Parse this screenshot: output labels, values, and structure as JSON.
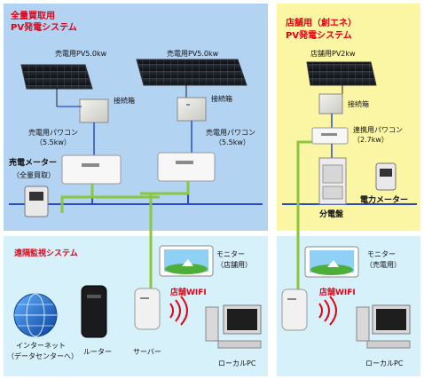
{
  "left_system": {
    "title_line1": "全量買取用",
    "title_line2": "PV発電システム",
    "panel1_label": "売電用PV5.0kw",
    "panel2_label": "売電用PV5.0kw",
    "junction_label": "接続箱",
    "junction2_label": "接続箱",
    "pcs1_label_line1": "売電用パワコン",
    "pcs1_label_line2": "（5.5kw）",
    "pcs2_label_line1": "売電用パワコン",
    "pcs2_label_line2": "（5.5kw）",
    "meter_label_line1": "売電メーター",
    "meter_label_line2": "（全量買取）"
  },
  "right_system": {
    "title_line1": "店舗用（創エネ）",
    "title_line2": "PV発電システム",
    "panel_label": "店舗用PV2kw",
    "junction_label": "接続箱",
    "pcs_label_line1": "連携用パワコン",
    "pcs_label_line2": "（2.7kw）",
    "distribution_label": "分電盤",
    "meter_label": "電力メーター"
  },
  "monitoring_left": {
    "title": "遠隔監視システム",
    "monitor_label_line1": "モニター",
    "monitor_label_line2": "（店舗用）",
    "wifi_label": "店舗WIFI",
    "internet_label_line1": "インターネット",
    "internet_label_line2": "（データセンターへ）",
    "router_label": "ルーター",
    "server_label": "サーバー",
    "pc_label": "ローカルPC"
  },
  "monitoring_right": {
    "monitor_label_line1": "モニター",
    "monitor_label_line2": "（売電用）",
    "wifi_label": "店舗WIFI",
    "pc_label": "ローカルPC"
  },
  "colors": {
    "left_bg": "#b3d3f3",
    "right_bg": "#fbf6a4",
    "bottom_bg": "#d7f1fb",
    "title_red": "#e60012",
    "dc_line": "#2b4bc8",
    "ac_line": "#8cc63f"
  }
}
